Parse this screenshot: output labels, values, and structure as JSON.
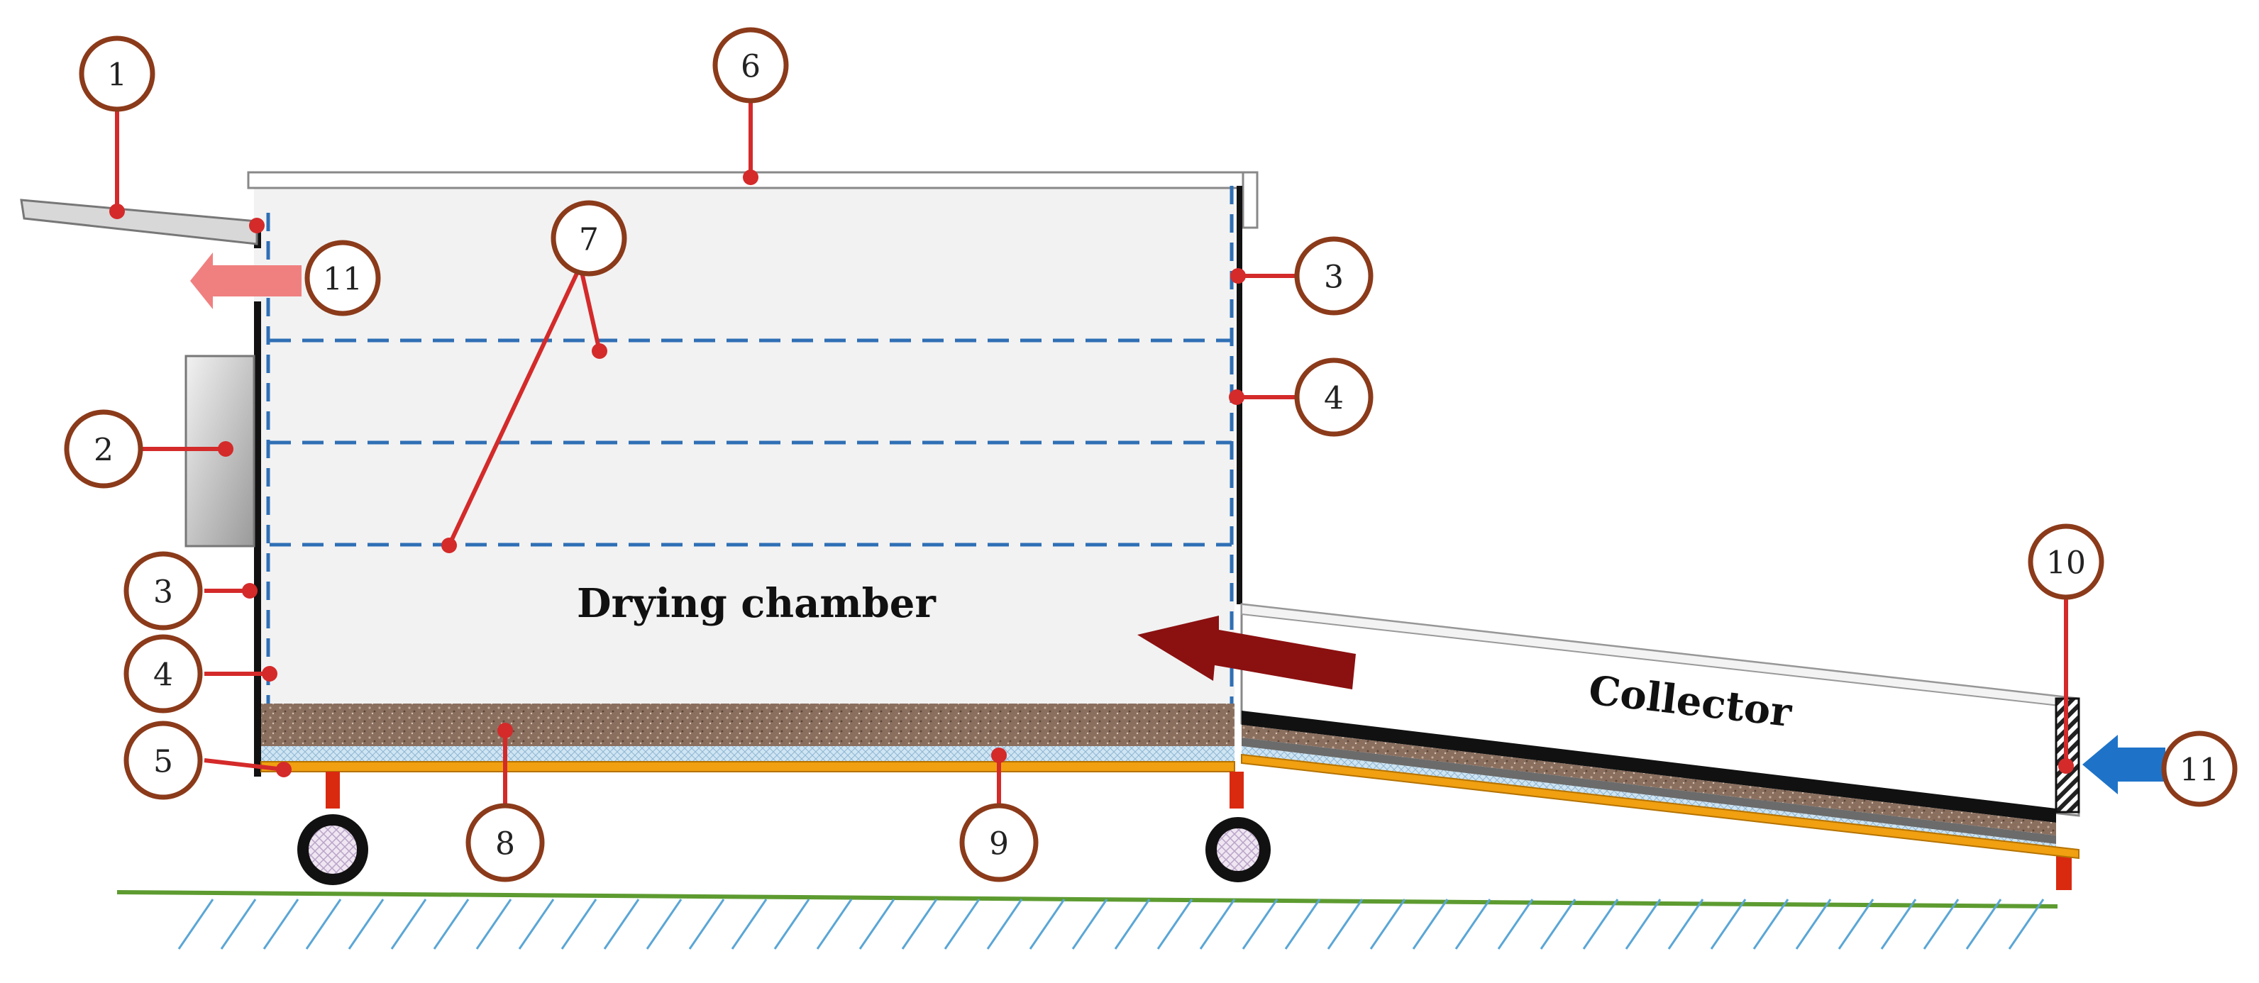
{
  "diagram": {
    "chamber_label": "Drying chamber",
    "collector_label": "Collector",
    "callouts": {
      "c1": "1",
      "c2": "2",
      "c3_right": "3",
      "c3_left": "3",
      "c4_right": "4",
      "c4_left": "4",
      "c5": "5",
      "c6": "6",
      "c7": "7",
      "c8": "8",
      "c9": "9",
      "c10": "10",
      "c11_left": "11",
      "c11_right": "11"
    }
  },
  "colors": {
    "callout_ring": "#8b3a1a",
    "leader_line": "#d42a2a",
    "shelf_dash": "#2f6fb5",
    "ground": "#5d9b30",
    "hatch": "#5aa6d6",
    "frame_orange": "#f0a010",
    "bed_brown": "#8a6f5f",
    "mesh_blue": "#b8d8ee",
    "airflow_out": "#f08080",
    "airflow_in": "#1e73c8",
    "airflow_internal": "#8b1010"
  }
}
